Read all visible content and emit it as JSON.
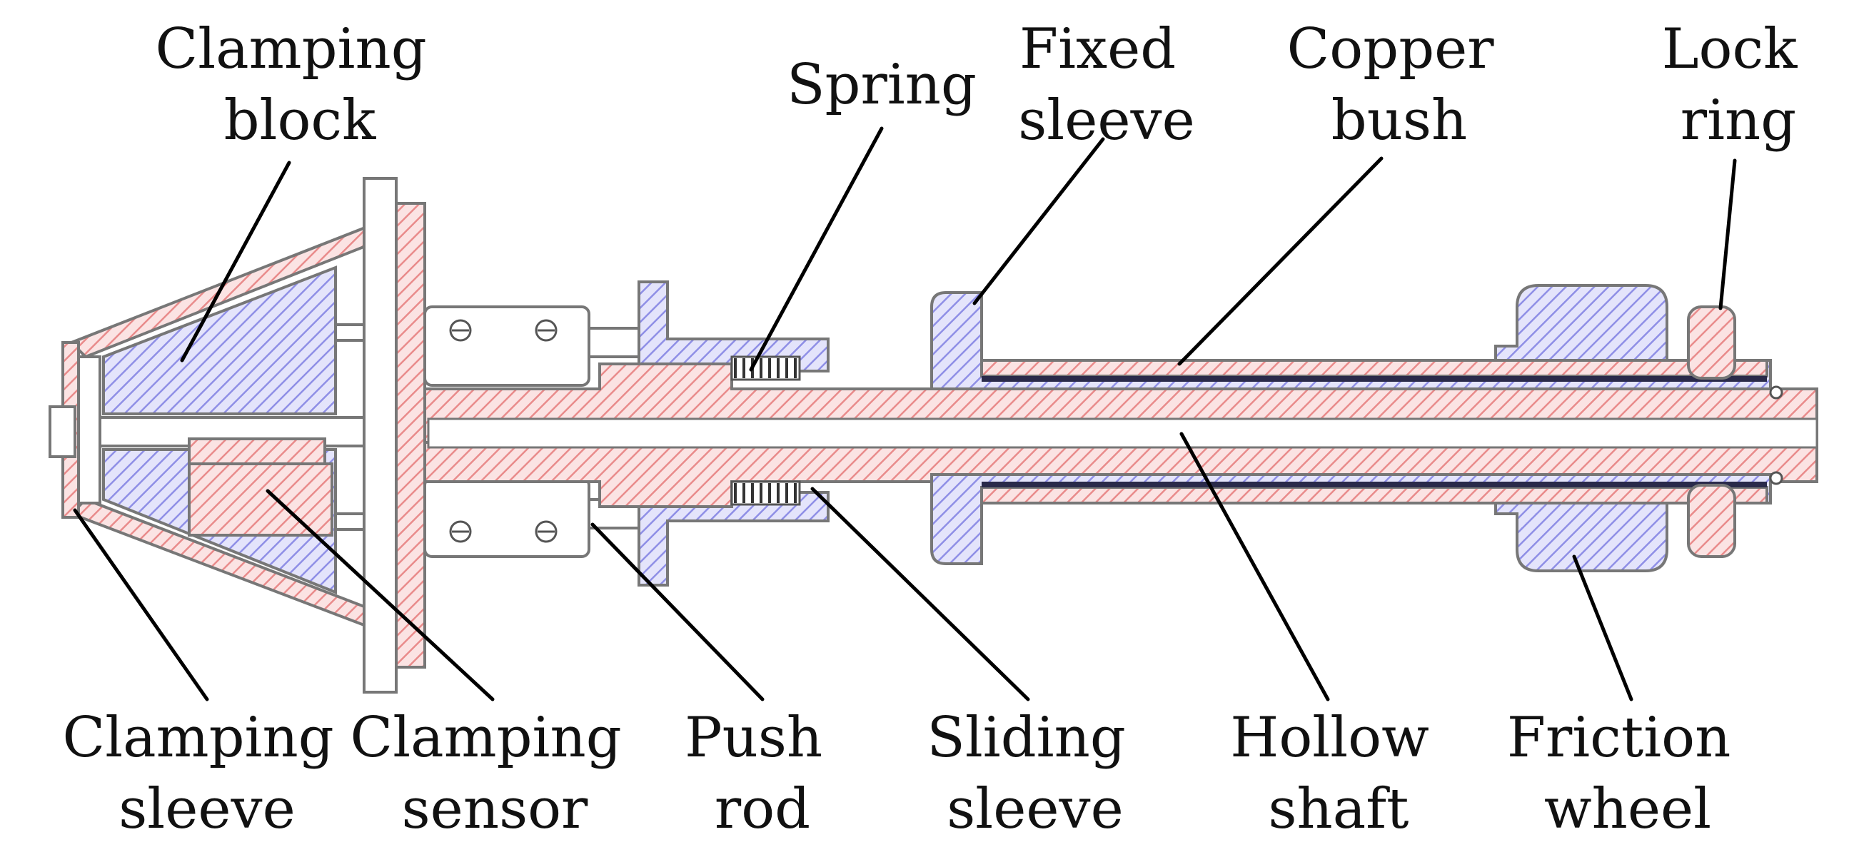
{
  "labels": {
    "clamping_block": [
      "Clamping",
      "block"
    ],
    "spring": [
      "Spring"
    ],
    "fixed_sleeve": [
      "Fixed",
      "sleeve"
    ],
    "copper_bush": [
      "Copper",
      "bush"
    ],
    "lock_ring": [
      "Lock",
      "ring"
    ],
    "clamping_sleeve": [
      "Clamping",
      "sleeve"
    ],
    "clamping_sensor": [
      "Clamping",
      "sensor"
    ],
    "push_rod": [
      "Push",
      "rod"
    ],
    "sliding_sleeve": [
      "Sliding",
      "sleeve"
    ],
    "hollow_shaft": [
      "Hollow",
      "shaft"
    ],
    "friction_wheel": [
      "Friction",
      "wheel"
    ]
  },
  "colors": {
    "red_part_fill": "#fbe3e3",
    "red_part_hatch": "#e98b8b",
    "blue_part_fill": "#e4e4fb",
    "blue_part_hatch": "#8f8fe6",
    "outline": "#777777",
    "leader_line": "#000000"
  }
}
